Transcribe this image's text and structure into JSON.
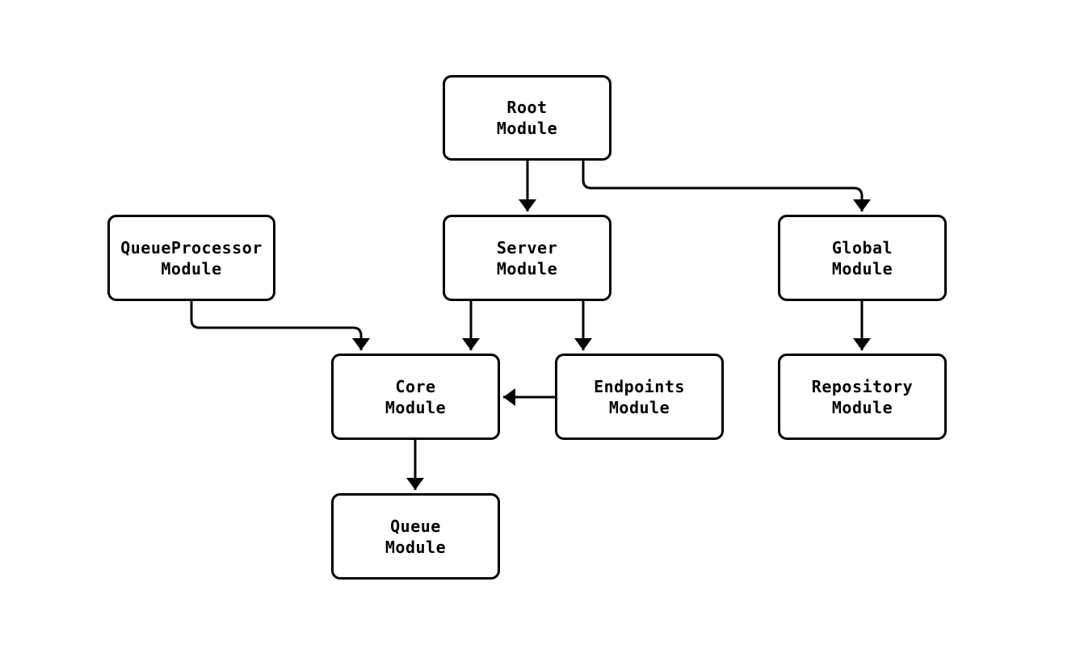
{
  "diagram": {
    "type": "module-dependency-graph",
    "background_color": "#ffffff",
    "line_color": "#000000",
    "text_color": "#000000",
    "nodes": [
      {
        "id": "root",
        "label": "Root\nModule"
      },
      {
        "id": "queueprocessor",
        "label": "QueueProcessor\nModule"
      },
      {
        "id": "server",
        "label": "Server\nModule"
      },
      {
        "id": "global",
        "label": "Global\nModule"
      },
      {
        "id": "core",
        "label": "Core\nModule"
      },
      {
        "id": "endpoints",
        "label": "Endpoints\nModule"
      },
      {
        "id": "repository",
        "label": "Repository\nModule"
      },
      {
        "id": "queue",
        "label": "Queue\nModule"
      }
    ],
    "edges": [
      {
        "from": "Root Module",
        "to": "Server Module"
      },
      {
        "from": "Root Module",
        "to": "Global Module"
      },
      {
        "from": "QueueProcessor Module",
        "to": "Core Module"
      },
      {
        "from": "Server Module",
        "to": "Core Module"
      },
      {
        "from": "Server Module",
        "to": "Endpoints Module"
      },
      {
        "from": "Endpoints Module",
        "to": "Core Module"
      },
      {
        "from": "Global Module",
        "to": "Repository Module"
      },
      {
        "from": "Core Module",
        "to": "Queue Module"
      }
    ]
  }
}
